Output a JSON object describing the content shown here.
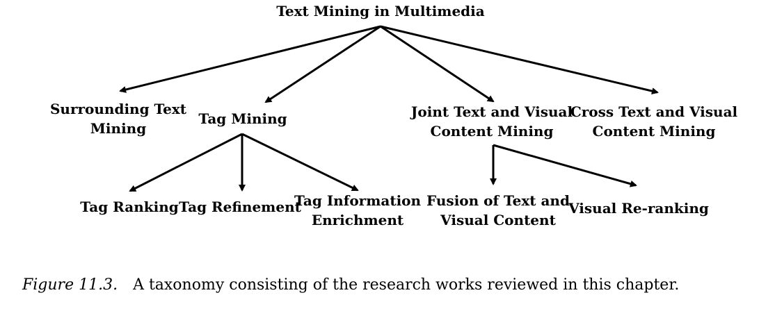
{
  "diagram": {
    "root": "Text Mining in Multimedia",
    "level1": [
      {
        "id": "surrounding",
        "lines": [
          "Surrounding Text",
          "Mining"
        ]
      },
      {
        "id": "tag",
        "lines": [
          "Tag Mining"
        ]
      },
      {
        "id": "joint",
        "lines": [
          "Joint Text and Visual",
          "Content Mining"
        ]
      },
      {
        "id": "cross",
        "lines": [
          "Cross Text and Visual",
          "Content Mining"
        ]
      }
    ],
    "tag_children": [
      {
        "id": "tag-ranking",
        "lines": [
          "Tag Ranking"
        ]
      },
      {
        "id": "tag-refinement",
        "lines": [
          "Tag Refinement"
        ]
      },
      {
        "id": "tag-enrichment",
        "lines": [
          "Tag Information",
          "Enrichment"
        ]
      }
    ],
    "joint_children": [
      {
        "id": "fusion",
        "lines": [
          "Fusion of Text and",
          "Visual Content"
        ]
      },
      {
        "id": "rerank",
        "lines": [
          "Visual Re-ranking"
        ]
      }
    ],
    "edge_color": "#000000"
  },
  "caption": {
    "label": "Figure 11.3.",
    "text": "A taxonomy consisting of the research works reviewed in this chapter."
  }
}
